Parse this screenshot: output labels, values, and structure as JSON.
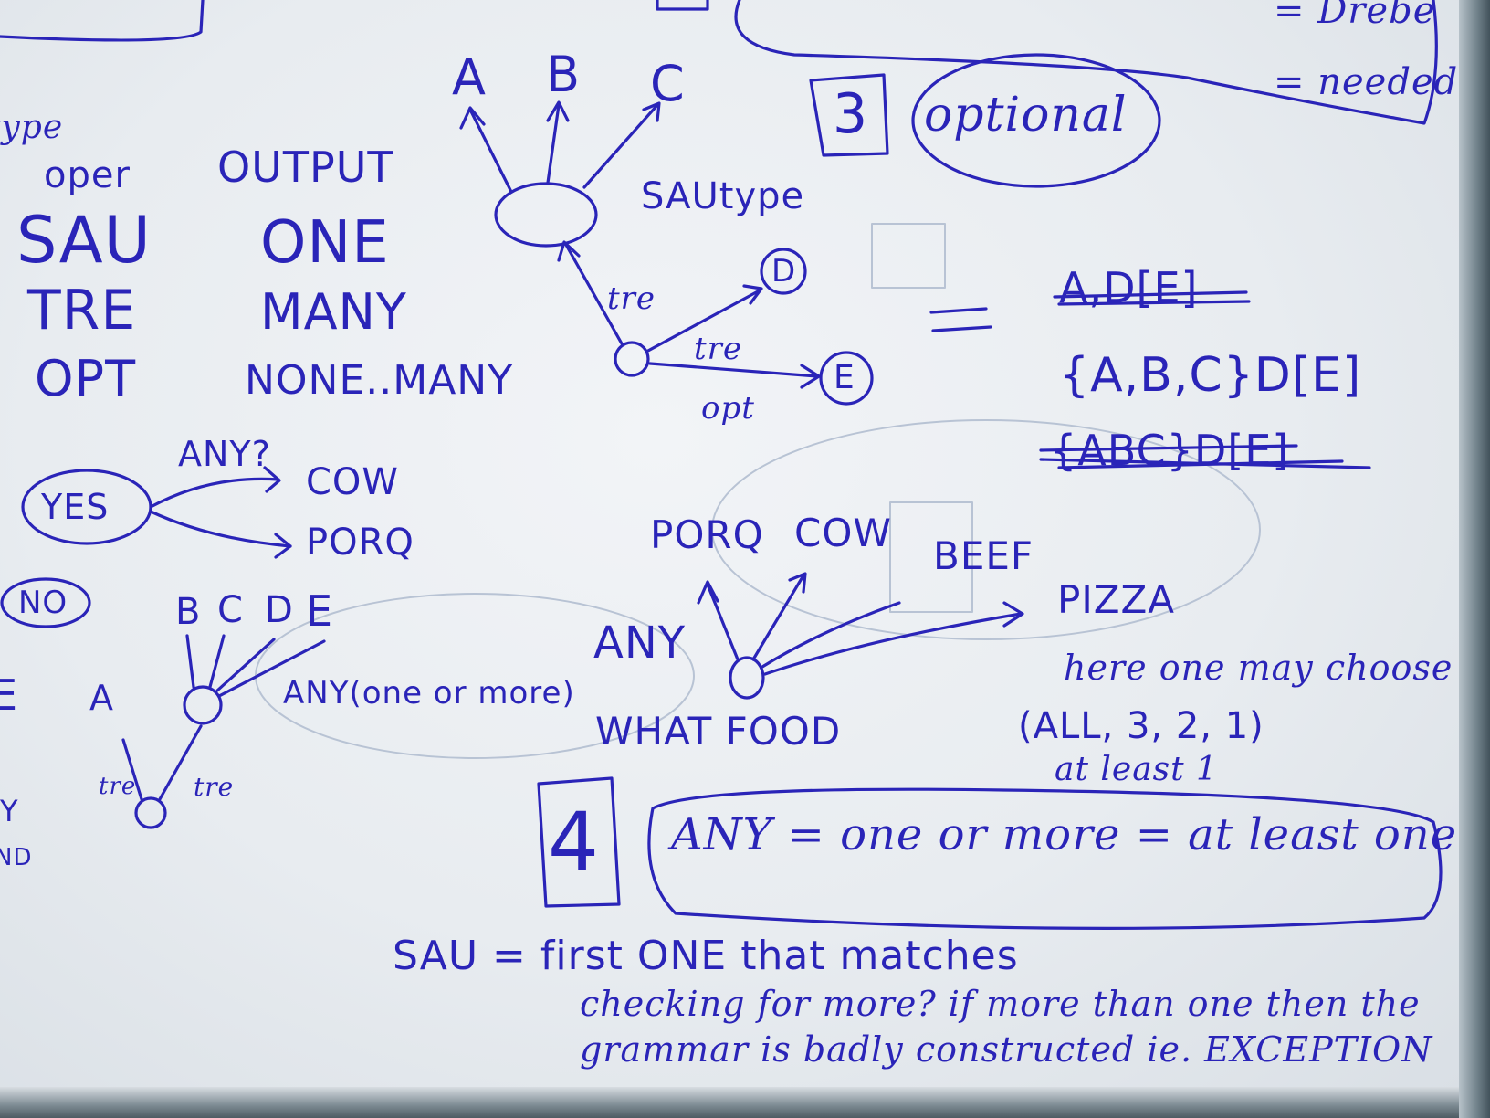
{
  "page": {
    "top_right": {
      "line1": "= Drebe",
      "line2": "= needed"
    },
    "left_table": {
      "header_left": "type",
      "col1_header": "oper",
      "col2_header": "OUTPUT",
      "rows": [
        {
          "oper": "SAU",
          "output": "ONE"
        },
        {
          "oper": "TRE",
          "output": "MANY"
        },
        {
          "oper": "OPT",
          "output": "NONE..MANY"
        }
      ]
    },
    "tree_sau": {
      "children": [
        "A",
        "B",
        "C"
      ],
      "type_label": "SAUtype",
      "edge_label_left": "tre",
      "edge_label_mid": "tre",
      "edge_label_opt": "opt",
      "node_d": "D",
      "node_e": "E"
    },
    "box_3": {
      "number": "3",
      "label": "optional"
    },
    "equation": {
      "equals": "=",
      "struck_line1": "A,D[E]",
      "main": "{A,B,C}D[E]",
      "struck_line3": "{ABC}D[E]"
    },
    "yes_tree": {
      "any_label": "ANY?",
      "root": "YES",
      "branch1": "COW",
      "branch2": "PORQ"
    },
    "no_badge": {
      "label": "NO"
    },
    "bcde_tree": {
      "children": [
        "B",
        "C",
        "D",
        "E"
      ],
      "any_label": "ANY(one or more)",
      "left_label": "A",
      "tre_left": "tre",
      "tre_right": "tre"
    },
    "left_fragments": {
      "e": "E",
      "y": "Y",
      "nd": "ND"
    },
    "food_tree": {
      "items": [
        "PORQ",
        "COW",
        "BEEF",
        "PIZZA"
      ],
      "any_label": "ANY",
      "root_label": "WHAT FOOD",
      "note_line1": "here one may choose",
      "note_line2": "(ALL, 3, 2, 1)",
      "note_line3": "at least 1"
    },
    "box_4": {
      "number": "4",
      "text": "ANY = one or more = at least one"
    },
    "bottom_note": {
      "line1": "SAU = first ONE that matches",
      "line2": "checking for more? if more than one then the",
      "line3": "grammar is badly constructed ie. EXCEPTION"
    }
  }
}
